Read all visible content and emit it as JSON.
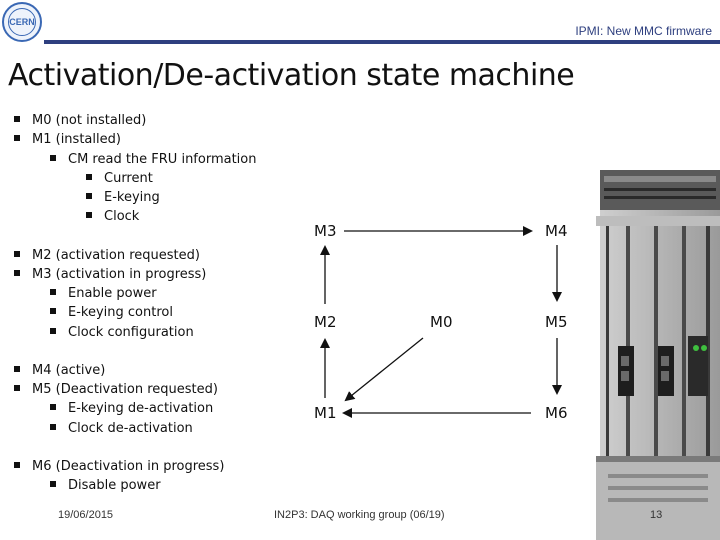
{
  "header": {
    "logo_text": "CERN",
    "title": "IPMI: New MMC firmware"
  },
  "slide": {
    "title": "Activation/De-activation state machine"
  },
  "bullets": [
    {
      "level": 1,
      "text": "M0 (not installed)"
    },
    {
      "level": 1,
      "text": "M1 (installed)"
    },
    {
      "level": 2,
      "text": "CM read the FRU information"
    },
    {
      "level": 3,
      "text": "Current"
    },
    {
      "level": 3,
      "text": "E-keying"
    },
    {
      "level": 3,
      "text": "Clock"
    },
    {
      "level": 1,
      "text": "M2 (activation requested)"
    },
    {
      "level": 1,
      "text": "M3 (activation in progress)"
    },
    {
      "level": 2,
      "text": "Enable power"
    },
    {
      "level": 2,
      "text": "E-keying control"
    },
    {
      "level": 2,
      "text": "Clock configuration"
    },
    {
      "level": 1,
      "text": "M4 (active)"
    },
    {
      "level": 1,
      "text": "M5 (Deactivation requested)"
    },
    {
      "level": 2,
      "text": "E-keying de-activation"
    },
    {
      "level": 2,
      "text": "Clock de-activation"
    },
    {
      "level": 1,
      "text": "M6 (Deactivation in progress)"
    },
    {
      "level": 2,
      "text": "Disable power"
    }
  ],
  "diagram": {
    "states": [
      "M3",
      "M4",
      "M2",
      "M0",
      "M5",
      "M1",
      "M6"
    ],
    "transitions": [
      {
        "from": "M3",
        "to": "M4"
      },
      {
        "from": "M4",
        "to": "M5"
      },
      {
        "from": "M5",
        "to": "M6"
      },
      {
        "from": "M6",
        "to": "M1"
      },
      {
        "from": "M1",
        "to": "M2"
      },
      {
        "from": "M2",
        "to": "M3"
      },
      {
        "from": "M0",
        "to": "M1"
      }
    ]
  },
  "footer": {
    "date": "19/06/2015",
    "event": "IN2P3: DAQ working group (06/19)",
    "page": "13"
  },
  "colors": {
    "header_rule": "#2e3f7f",
    "logo": "#3a68b4",
    "arrow": "#111111"
  }
}
